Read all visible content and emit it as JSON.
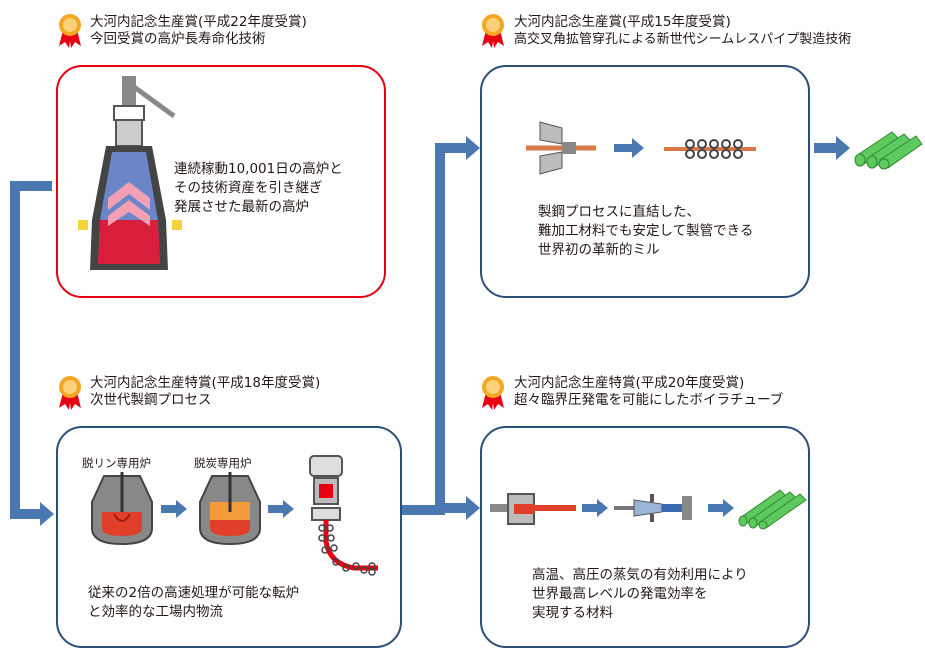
{
  "colors": {
    "award_border": "#e60012",
    "card_border": "#2a4f7a",
    "arrow": "#4a78b0",
    "medal_gold": "#f5a623",
    "ribbon_red": "#e60012",
    "tube_green": "#5ec95e"
  },
  "awards": [
    {
      "line1": "大河内記念生産賞(平成22年度受賞)",
      "line2": "今回受賞の高炉長寿命化技術"
    },
    {
      "line1": "大河内記念生産賞(平成15年度受賞)",
      "line2": "高交叉角拡管穿孔による新世代シームレスパイプ製造技術"
    },
    {
      "line1": "大河内記念生産特賞(平成18年度受賞)",
      "line2": "次世代製鋼プロセス"
    },
    {
      "line1": "大河内記念生産特賞(平成20年度受賞)",
      "line2": "超々臨界圧発電を可能にしたボイラチューブ"
    }
  ],
  "cards": {
    "blast_furnace": {
      "desc": [
        "連続稼動10,001日の高炉と",
        "その技術資産を引き継ぎ",
        "発展させた最新の高炉"
      ]
    },
    "seamless_pipe": {
      "desc": [
        "製鋼プロセスに直結した、",
        "難加工材料でも安定して製管できる",
        "世界初の革新的ミル"
      ]
    },
    "steelmaking": {
      "furnace1_label": "脱リン専用炉",
      "furnace2_label": "脱炭専用炉",
      "desc": [
        "従来の2倍の高速処理が可能な転炉",
        "と効率的な工場内物流"
      ]
    },
    "boiler_tube": {
      "desc": [
        "高温、高圧の蒸気の有効利用により",
        "世界最高レベルの発電効率を",
        "実現する材料"
      ]
    }
  }
}
